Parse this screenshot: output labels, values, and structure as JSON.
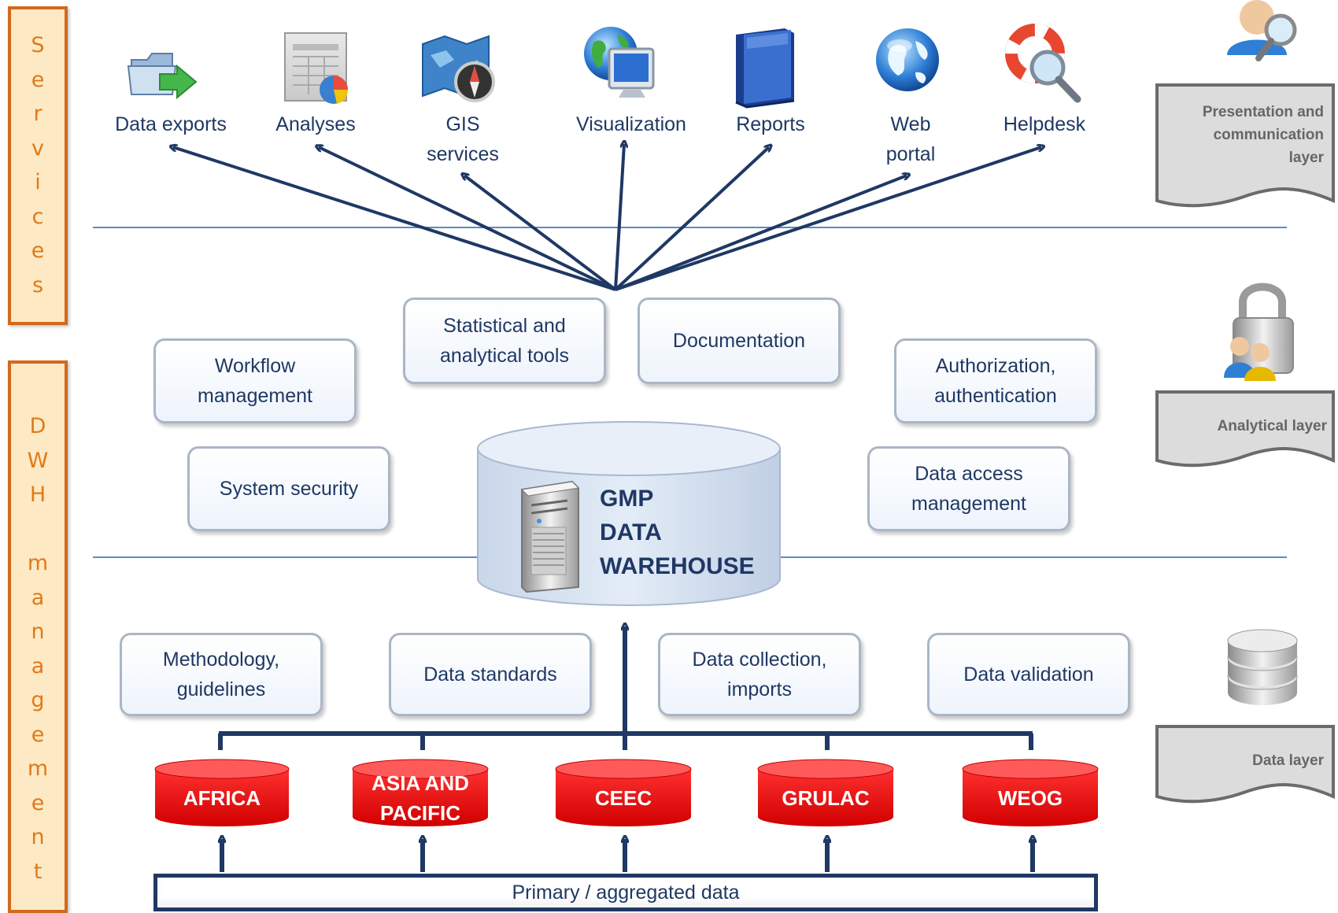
{
  "sidebars": {
    "services": [
      "S",
      "e",
      "r",
      "v",
      "i",
      "c",
      "e",
      "s"
    ],
    "dwh": [
      "D",
      "W",
      "H",
      "",
      "m",
      "a",
      "n",
      "a",
      "g",
      "e",
      "m",
      "e",
      "n",
      "t"
    ]
  },
  "services": [
    {
      "label": "Data exports",
      "icon": "folder-export-icon"
    },
    {
      "label": "Analyses",
      "icon": "spreadsheet-chart-icon"
    },
    {
      "label": "GIS\nservices",
      "icon": "map-compass-icon"
    },
    {
      "label": "Visualization",
      "icon": "globe-monitor-icon"
    },
    {
      "label": "Reports",
      "icon": "book-icon"
    },
    {
      "label": "Web\nportal",
      "icon": "web-globe-icon"
    },
    {
      "label": "Helpdesk",
      "icon": "lifebuoy-magnifier-icon"
    }
  ],
  "analytical_tools": {
    "statistical": "Statistical and\nanalytical tools",
    "documentation": "Documentation",
    "workflow": "Workflow\nmanagement",
    "authorization": "Authorization,\nauthentication",
    "security": "System security",
    "data_access": "Data access\nmanagement"
  },
  "warehouse": {
    "title": "GMP\nDATA\nWAREHOUSE",
    "icon": "server-tower-icon"
  },
  "data_tools": {
    "methodology": "Methodology,\nguidelines",
    "standards": "Data standards",
    "collection": "Data collection,\nimports",
    "validation": "Data validation"
  },
  "regions": [
    "AFRICA",
    "ASIA AND\nPACIFIC",
    "CEEC",
    "GRULAC",
    "WEOG"
  ],
  "primary_data": "Primary / aggregated data",
  "layers": {
    "presentation": "Presentation and\ncommunication\nlayer",
    "analytical": "Analytical layer",
    "data": "Data layer"
  },
  "layer_icons": [
    "user-magnifier-icon",
    "padlock-users-icon",
    "database-disks-icon"
  ],
  "colors": {
    "navy": "#1f3864",
    "region_red": "#e8000b",
    "sidebar_orange": "#e07a1a",
    "sidebar_fill": "#fde9c4",
    "separator": "#5b8bc6"
  }
}
